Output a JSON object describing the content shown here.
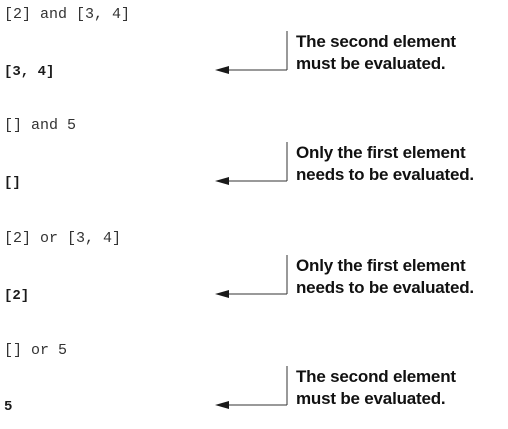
{
  "annotations": [
    {
      "expression": "[2] and [3, 4]",
      "result": "[3, 4]",
      "note_line1": "The second element",
      "note_line2": "must be evaluated."
    },
    {
      "expression": "[] and 5",
      "result": "[]",
      "note_line1": "Only the first element",
      "note_line2": "needs to be evaluated."
    },
    {
      "expression": "[2] or [3, 4]",
      "result": "[2]",
      "note_line1": "Only the first element",
      "note_line2": "needs to be evaluated."
    },
    {
      "expression": "[] or 5",
      "result": "5",
      "note_line1": "The second element",
      "note_line2": "must be evaluated."
    }
  ]
}
